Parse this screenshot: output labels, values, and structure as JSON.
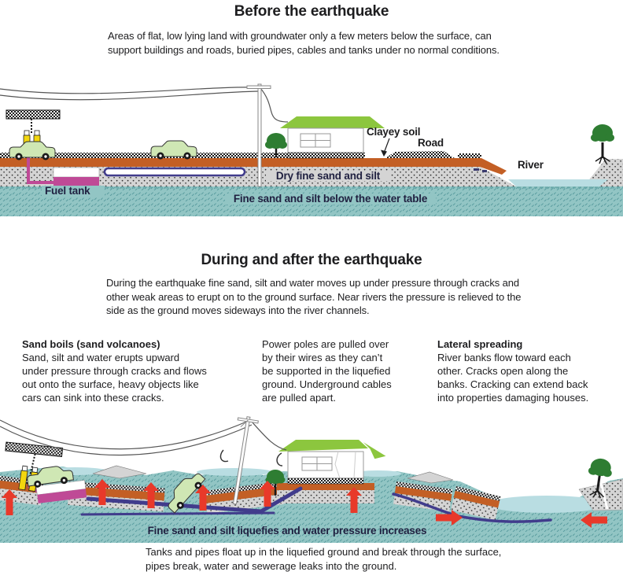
{
  "section_before": {
    "title": "Before the earthquake",
    "intro": "Areas of flat, low lying land with groundwater only a few meters below the surface, can\nsupport buildings and roads, buried pipes, cables and tanks under no normal conditions."
  },
  "diagram_before": {
    "fuel_tank": "Fuel tank",
    "dry_sand": "Dry fine sand and silt",
    "water_table": "Fine sand and silt below the water table",
    "clayey_soil": "Clayey soil",
    "road": "Road",
    "river": "River"
  },
  "section_after": {
    "title": "During and after the earthquake",
    "intro": "During the earthquake fine sand, silt and water moves up under pressure through cracks and\nother weak areas to erupt on to the ground surface. Near rivers the pressure is relieved to the\nside as the ground moves sideways into the river channels."
  },
  "columns": [
    {
      "heading": "Sand boils (sand volcanoes)",
      "body": "Sand, silt and water erupts upward\nunder pressure through cracks and flows\nout onto the surface, heavy objects like\ncars can sink into these cracks."
    },
    {
      "body": "Power poles are pulled over\nby their wires as they can’t\nbe supported in the liquefied\nground. Underground cables\nare pulled apart."
    },
    {
      "heading": "Lateral spreading",
      "body": "River banks flow toward each\nother. Cracks open along the\nbanks. Cracking can extend back\ninto properties damaging houses."
    }
  ],
  "diagram_after": {
    "liquefies": "Fine sand and silt liquefies and water pressure increases"
  },
  "footer": {
    "caption": "Tanks and pipes float up in the liquefied ground and break through the surface,\npipes break, water and sewerage leaks into the ground."
  },
  "colors": {
    "clayey_soil_orange": "#c35f25",
    "dry_sand_gray": "#d4d4d4",
    "water_table_teal": "#92c5c4",
    "river_water_blue": "#b9dde2",
    "pipe_blue": "#413c8c",
    "fuel_tank_magenta": "#bf4a96",
    "pressure_arrow_red": "#e8392a",
    "roof_green": "#8cc63e",
    "tree_green": "#2e7d32",
    "car_pale_green": "#cfe7b4",
    "pump_yellow": "#f2d60e"
  }
}
